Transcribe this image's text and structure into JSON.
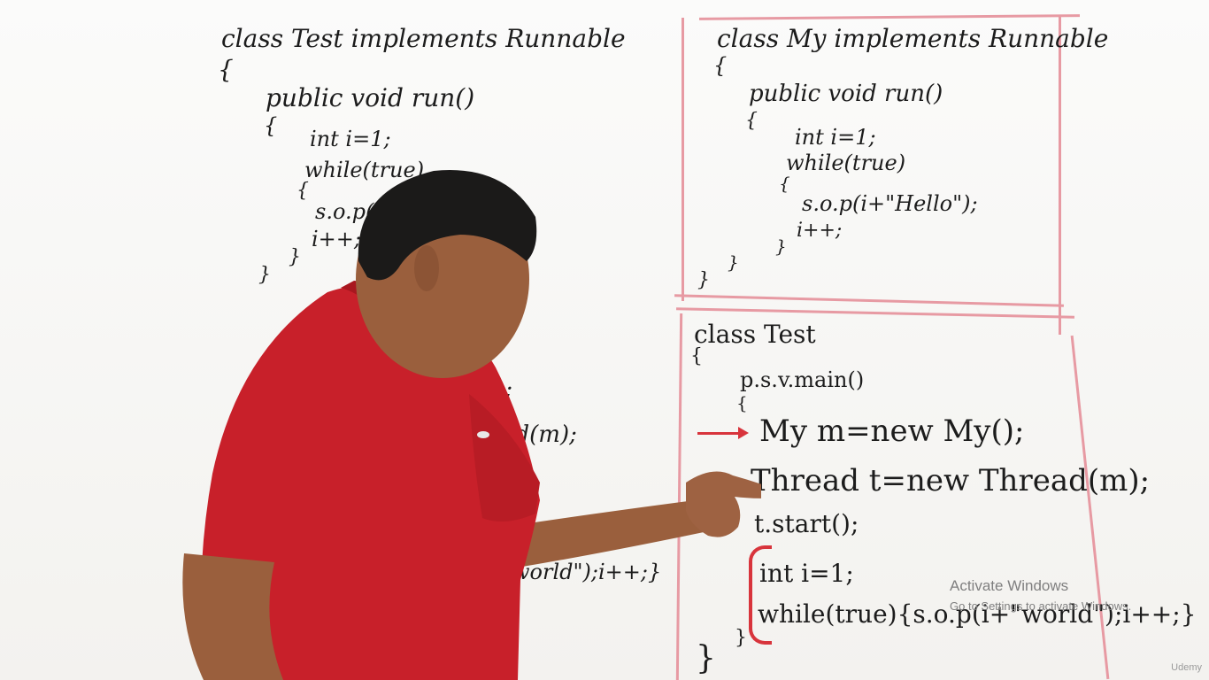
{
  "left_board": {
    "lines": [
      "class Test implements Runnable",
      "{",
      "public void run()",
      "{",
      "int i=1;",
      "while(true)",
      "{",
      "s.o.p(",
      "i++;",
      "}",
      "}",
      "();",
      "ad(m);",
      "world\");i++;}"
    ]
  },
  "right_top_board": {
    "lines": [
      "class My implements Runnable",
      "{",
      "public void run()",
      "{",
      "int i=1;",
      "while(true)",
      "{",
      "s.o.p(i+\"Hello\");",
      "i++;",
      "}",
      "}",
      "}"
    ]
  },
  "right_bottom_board": {
    "lines": [
      "class Test",
      "{",
      "p.s.v.main()",
      "{",
      "My m=new My();",
      "Thread t=new Thread(m);",
      "t.start();",
      "int i=1;",
      "while(true){s.o.p(i+\"world\");i++;}",
      "}",
      "}"
    ]
  },
  "watermark": {
    "title": "Activate Windows",
    "subtitle": "Go to Settings to activate Windows."
  },
  "logo_text": "Udemy",
  "colors": {
    "marker_red": "#d8343c",
    "panel_pink": "#e79aa3",
    "shirt_red": "#c8202a",
    "skin": "#9a5f3d",
    "hair": "#1b1a19"
  }
}
